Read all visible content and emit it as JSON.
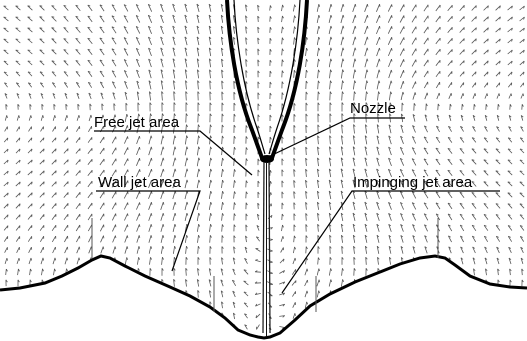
{
  "figure": {
    "labels": {
      "nozzle": "Nozzle",
      "free_jet": "Free jet area",
      "wall_jet": "Wall jet area",
      "impinging_jet": "Impinging jet area"
    }
  },
  "colors": {
    "vectors": "#555555",
    "outline": "#000000",
    "background": "#ffffff"
  }
}
